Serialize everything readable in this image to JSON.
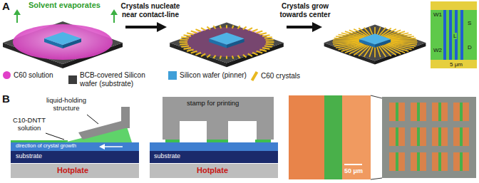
{
  "diagram": {
    "labels": [
      "A",
      "Solvent evaporates",
      "Crystals nucleate near contact-line",
      "Crystals grow towards center",
      "W1",
      "S",
      "L",
      "W2",
      "D",
      "5 μm",
      "B",
      "liquid-holding structure",
      "C10-DNTT solution",
      "direction of crystal growth",
      "substrate",
      "Hotplate",
      "stamp for printing",
      "substrate",
      "Hotplate",
      "50 μm"
    ],
    "legend": [
      {
        "text": "C60 solution",
        "color": "#e040c8"
      },
      {
        "text": "BCB-covered Silicon wafer (substrate)",
        "color": "#3c3c3c"
      },
      {
        "text": "Silicon wafer (pinner)",
        "color": "#3f9fd8"
      },
      {
        "text": "C60 crystals",
        "color": "#e8b820"
      }
    ]
  }
}
